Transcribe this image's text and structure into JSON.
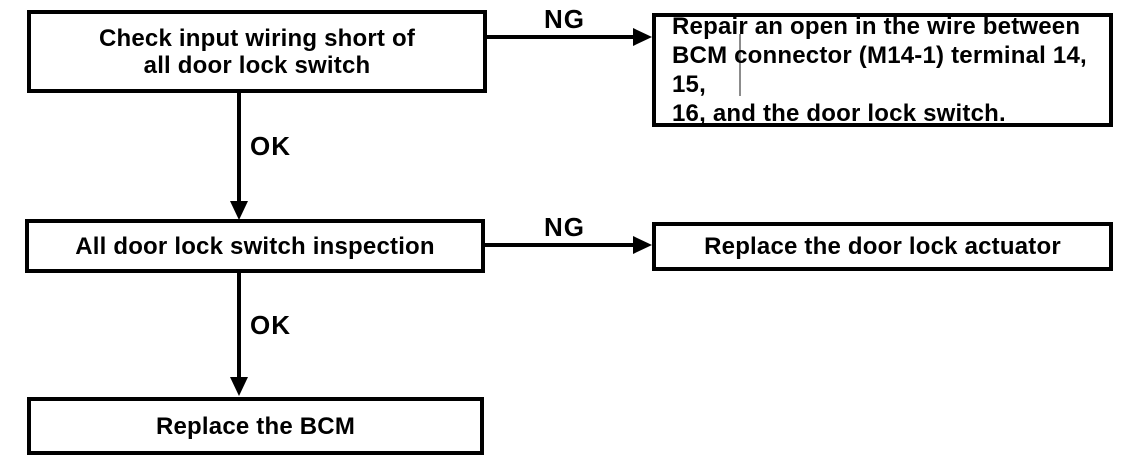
{
  "flowchart": {
    "boxes": {
      "check_wiring": {
        "line1": "Check input wiring short of",
        "line2": "all door lock switch"
      },
      "repair_open": {
        "line1": "Repair an open in the wire between",
        "line2": "BCM connector (M14-1) terminal 14, 15,",
        "line3": "16, and the door lock switch."
      },
      "inspection": {
        "line1": "All door lock switch inspection"
      },
      "replace_actuator": {
        "line1": "Replace the door lock actuator"
      },
      "replace_bcm": {
        "line1": "Replace the BCM"
      }
    },
    "edge_labels": {
      "check_to_repair": "NG",
      "check_to_inspection": "OK",
      "inspection_to_actuator": "NG",
      "inspection_to_bcm": "OK"
    },
    "connections": [
      {
        "from": "check_wiring",
        "to": "repair_open",
        "label": "NG",
        "direction": "right"
      },
      {
        "from": "check_wiring",
        "to": "inspection",
        "label": "OK",
        "direction": "down"
      },
      {
        "from": "inspection",
        "to": "replace_actuator",
        "label": "NG",
        "direction": "right"
      },
      {
        "from": "inspection",
        "to": "replace_bcm",
        "label": "OK",
        "direction": "down"
      }
    ],
    "colors": {
      "ink": "#000000",
      "background": "#ffffff"
    }
  }
}
